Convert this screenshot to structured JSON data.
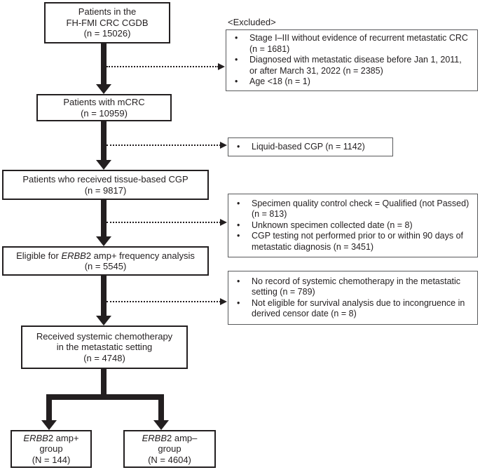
{
  "figure": {
    "type": "patient-flow-diagram",
    "description": "Patient selection flowchart for FH-FMI CRC CGDB ERBB2 amplification study"
  },
  "colors": {
    "flow_box_border": "#231f20",
    "side_box_border": "#58595b",
    "arrow": "#231f20",
    "text": "#231f20",
    "background": "#ffffff"
  },
  "glyphs": {
    "bullet": "•"
  },
  "excluded_label": "<Excluded>",
  "flow_boxes": [
    {
      "id": "cohort",
      "lines": [
        "Patients in the",
        "FH-FMI CRC CGDB",
        "(n = 15026)"
      ]
    },
    {
      "id": "mcrc",
      "lines": [
        "Patients with mCRC",
        "(n = 10959)"
      ]
    },
    {
      "id": "tissue_cgp",
      "lines": [
        "Patients who received tissue-based CGP",
        "(n = 9817)"
      ]
    },
    {
      "id": "eligible_freq",
      "line1": {
        "prefix": "Eligible for ",
        "gene": "ERBB",
        "suffix": "2 amp+ frequency analysis"
      },
      "line2": "(n = 5545)"
    },
    {
      "id": "chemo",
      "lines": [
        "Received systemic chemotherapy",
        "in the metastatic setting",
        "(n = 4748)"
      ]
    },
    {
      "id": "amp_pos_group",
      "line1": {
        "gene": "ERBB",
        "suffix": "2 amp+"
      },
      "line2": "group",
      "line3": "(N = 144)"
    },
    {
      "id": "amp_neg_group",
      "line1": {
        "gene": "ERBB",
        "suffix": "2 amp–"
      },
      "line2": "group",
      "line3": "(N = 4604)"
    }
  ],
  "side_boxes": [
    {
      "id": "excluded_1",
      "bullets": [
        "Stage I–III without evidence of recurrent metastatic CRC (n = 1681)",
        "Diagnosed with metastatic disease before Jan 1, 2011, or after March 31, 2022 (n = 2385)",
        "Age <18 (n = 1)"
      ]
    },
    {
      "id": "excluded_2",
      "bullets": [
        "Liquid-based CGP (n = 1142)"
      ]
    },
    {
      "id": "excluded_3",
      "bullets": [
        "Specimen quality control check = Qualified (not Passed) (n = 813)",
        "Unknown specimen collected date (n = 8)",
        "CGP testing not performed prior to or within 90 days of metastatic diagnosis (n = 3451)"
      ]
    },
    {
      "id": "excluded_4",
      "bullets": [
        "No record of systemic chemotherapy in the metastatic setting (n = 789)",
        "Not eligible for survival analysis due to incongruence in derived censor date (n = 8)"
      ]
    }
  ]
}
